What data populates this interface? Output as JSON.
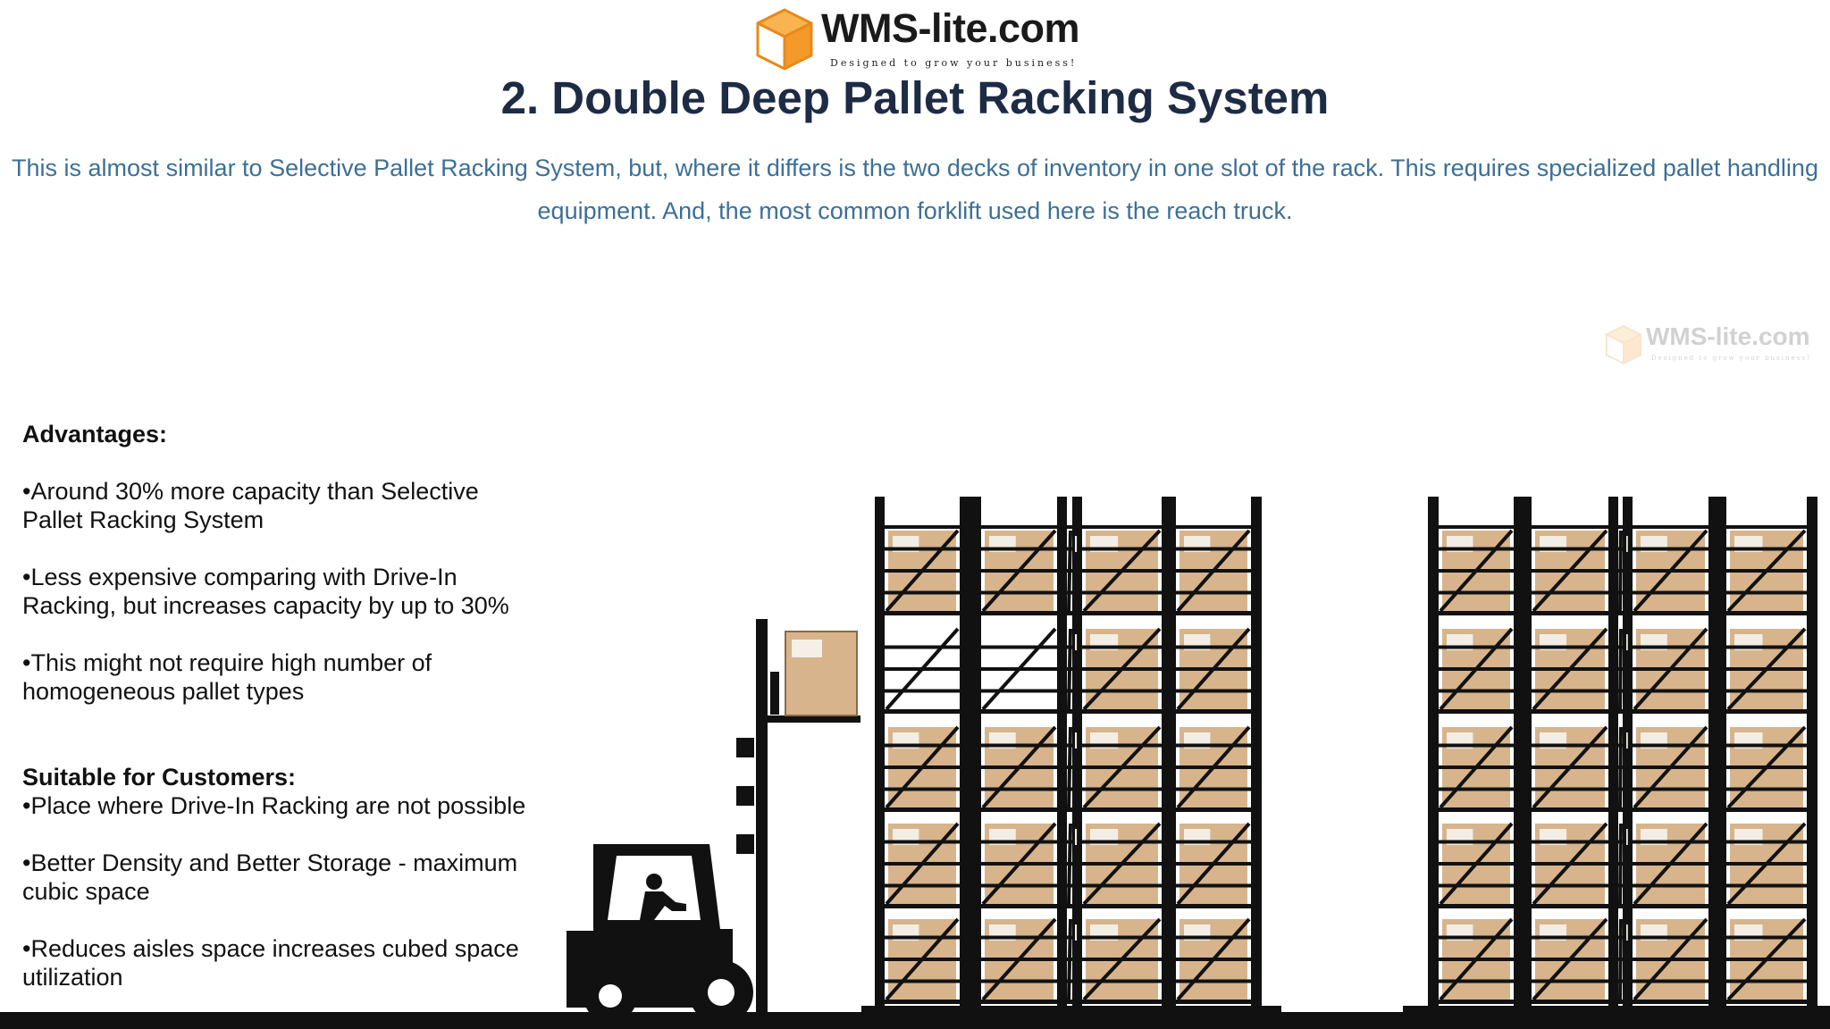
{
  "logo": {
    "wordmark": "WMS-lite.com",
    "tagline": "Designed to grow your business!"
  },
  "watermark": {
    "wordmark": "WMS-lite.com",
    "tagline": "Designed to grow your business!"
  },
  "slide": {
    "title": "2. Double Deep Pallet Racking System",
    "intro": "This is almost similar to Selective Pallet Racking System, but, where it differs is the two decks of inventory in one slot of the rack. This requires specialized pallet handling equipment. And, the most common forklift used here is the reach truck."
  },
  "advantages": {
    "heading": "Advantages:",
    "items": [
      "•Around 30% more capacity than Selective Pallet Racking System",
      "•Less expensive comparing with Drive-In Racking, but increases capacity by up to 30%",
      "•This might not require high number of homogeneous pallet types"
    ]
  },
  "suitable": {
    "heading": "Suitable for Customers:",
    "items": [
      "•Place where Drive-In Racking are not possible",
      "•Better Density and Better Storage - maximum cubic space",
      "•Reduces aisles space increases cubed space utilization"
    ]
  },
  "colors": {
    "title": "#1d2b45",
    "intro": "#3d6f96",
    "box": "#d7b48c",
    "logo_orange": "#f39a2a",
    "rack": "#111111"
  },
  "icons": [
    "box-logo-icon",
    "forklift-icon",
    "pallet-rack-icon"
  ]
}
